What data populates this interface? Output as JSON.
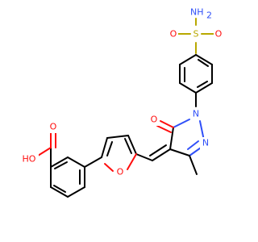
{
  "molecule": {
    "colors": {
      "carbon_bond": "#000000",
      "oxygen": "#ff0d0d",
      "nitrogen": "#3050f8",
      "sulfur": "#b8a800"
    },
    "labels": {
      "sulfonamide_n": "NH",
      "sulfonamide_n_sub": "2",
      "sulfonyl_s": "S",
      "sulfonyl_o1": "O",
      "sulfonyl_o2": "O",
      "pyrazole_n1": "N",
      "pyrazole_n2": "N",
      "ketone_o": "O",
      "furan_o": "O",
      "carbonyl_o": "O",
      "hydroxyl_o": "HO"
    }
  }
}
